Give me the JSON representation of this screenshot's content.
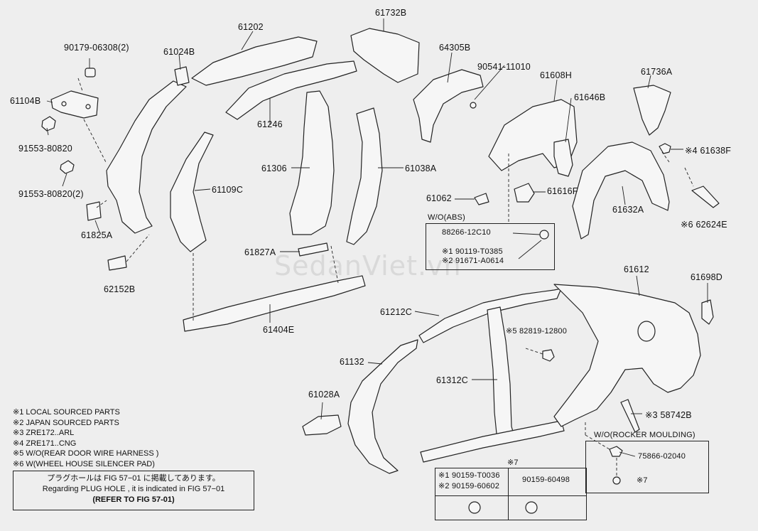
{
  "labels": {
    "p90179": "90179-06308(2)",
    "p61024B": "61024B",
    "p61202": "61202",
    "p61732B": "61732B",
    "p64305B": "64305B",
    "p90541": "90541-11010",
    "p61608H": "61608H",
    "p61736A": "61736A",
    "p61646B": "61646B",
    "p61104B": "61104B",
    "p61246": "61246",
    "p91553a": "91553-80820",
    "p61306": "61306",
    "p61038A": "61038A",
    "p61638F": "※4 61638F",
    "p91553b": "91553-80820(2)",
    "p61109C": "61109C",
    "p61062": "61062",
    "p61616F": "61616F",
    "p61632A": "61632A",
    "p62624E": "※6 62624E",
    "p61825A": "61825A",
    "p61827A": "61827A",
    "p62152B": "62152B",
    "p61404E": "61404E",
    "p61612": "61612",
    "p61698D": "61698D",
    "p61212C": "61212C",
    "p582819": "※5 82819-12800",
    "p61132": "61132",
    "p61312C": "61312C",
    "p61028A": "61028A",
    "p58742B": "※3 58742B",
    "p75866": "75866-02040",
    "p7a": "※7",
    "p7b": "※7"
  },
  "abs_box": {
    "title": "W/O(ABS)",
    "line1": "88266-12C10",
    "line2": "※1 90119-T0385",
    "line3": "※2 91671-A0614"
  },
  "rocker_box": {
    "title": "W/O(ROCKER MOULDING)"
  },
  "notes": [
    "※1 LOCAL SOURCED PARTS",
    "※2 JAPAN SOURCED PARTS",
    "※3 ZRE172..ARL",
    "※4 ZRE171..CNG",
    "※5 W/O(REAR DOOR WIRE HARNESS )",
    "※6 W(WHEEL HOUSE SILENCER PAD)"
  ],
  "plug_box": {
    "line1": "プラグホールは FIG 57−01 に掲載してあります。",
    "line2": "Regarding  PLUG  HOLE , it is indicated in  FIG  57−01",
    "line3": "(REFER  TO  FIG  57-01)"
  },
  "fastener_table": {
    "header": "※7",
    "left1": "※1 90159-T0036",
    "left2": "※2 90159-60602",
    "right": "90159-60498"
  },
  "watermark": "SedanViet.vn",
  "colors": {
    "line": "#222222",
    "background": "#eeeeee"
  }
}
